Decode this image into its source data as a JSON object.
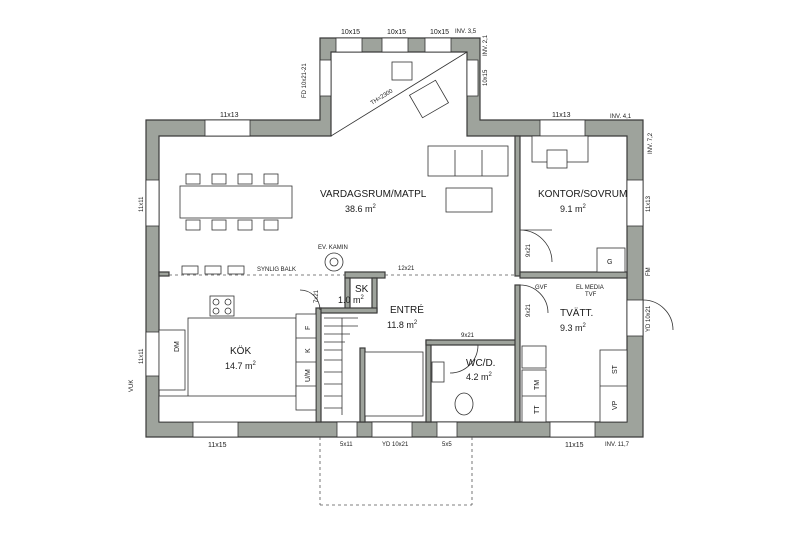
{
  "rooms": {
    "vardagsrum": {
      "name": "VARDAGSRUM/MATPL",
      "area": "38.6 m",
      "sup": "2"
    },
    "kontor": {
      "name": "KONTOR/SOVRUM",
      "area": "9.1 m",
      "sup": "2"
    },
    "kok": {
      "name": "KÖK",
      "area": "14.7 m",
      "sup": "2"
    },
    "sk": {
      "name": "SK",
      "area": "1.0 m",
      "sup": "2"
    },
    "entre": {
      "name": "ENTRÉ",
      "area": "11.8 m",
      "sup": "2"
    },
    "wc": {
      "name": "WC/D.",
      "area": "4.2 m",
      "sup": "2"
    },
    "tvatt": {
      "name": "TVÄTT.",
      "area": "9.3 m",
      "sup": "2"
    }
  },
  "dimensions": {
    "top1": "10x15",
    "top2": "10x15",
    "top3": "10x15",
    "inv_top": "INV. 3,5",
    "inv_top_right": "INV. 2,1",
    "bay_right": "10x15",
    "bay_left": "FD 10x21-21",
    "th": "TH=2300",
    "win_top_left": "11x13",
    "win_top_right": "11x13",
    "inv_right_top": "INV. 4,1",
    "inv_right": "INV. 7,2",
    "win_left_upper": "11x11",
    "win_right_upper": "11x13",
    "door_kontor": "9x21",
    "sliding": "12x21",
    "synlig_balk": "SYNLIG BALK",
    "ev_kamin": "EV. KAMIN",
    "door_sk": "7x21",
    "door_wc": "9x21",
    "door_tvatt": "9x21",
    "yd_right": "YD 10x21",
    "win_left_lower": "11x11",
    "vuk": "VUK",
    "bottom_left": "11x15",
    "bottom_5x11": "5x11",
    "yd_front": "YD 10x21",
    "bottom_5x5": "5x5",
    "bottom_right": "11x15",
    "inv_bottom": "INV. 11,7",
    "gvf": "GVF",
    "el_media": "EL MEDIA",
    "tvf": "TVF",
    "fm": "FM",
    "g": "G"
  },
  "kitchen_labels": {
    "f": "F",
    "k": "K",
    "um": "U/M",
    "dm": "DM"
  },
  "laundry_labels": {
    "tm": "TM",
    "tt": "TT",
    "st": "ST",
    "vp": "VP"
  }
}
